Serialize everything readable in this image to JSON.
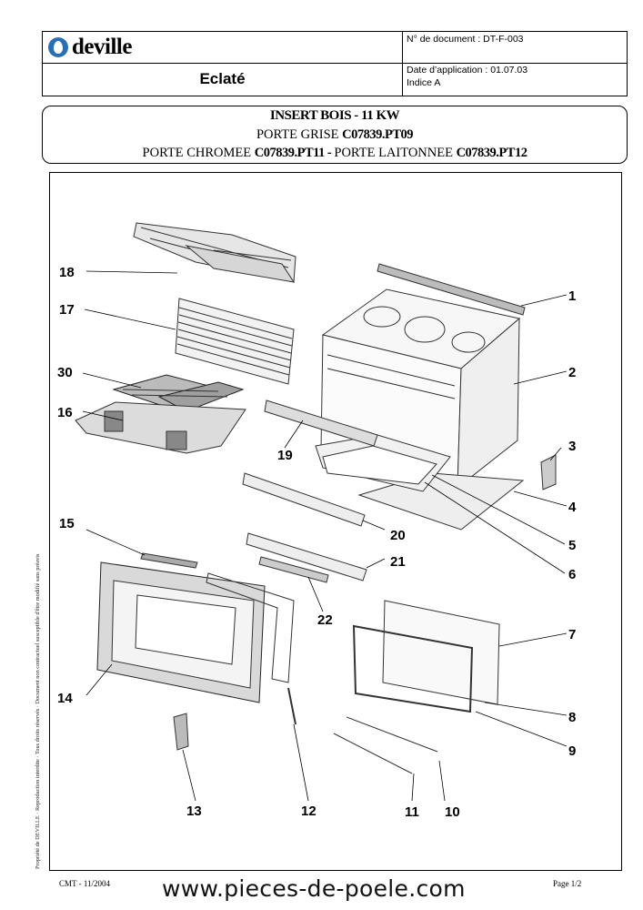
{
  "header": {
    "brand": "deville",
    "doc_title": "Eclaté",
    "doc_number": "N° de document : DT-F-003",
    "date_application": "Date d’application : 01.07.03",
    "indice": "Indice A"
  },
  "title": {
    "line1": "INSERT BOIS - 11 KW",
    "line2_prefix": "PORTE GRISE ",
    "line2_code": "C07839.PT09",
    "line3_prefix1": "PORTE CHROMEE ",
    "line3_code1": "C07839.PT11 - ",
    "line3_prefix2": "PORTE LAITONNEE ",
    "line3_code2": "C07839.PT12"
  },
  "part_labels": [
    "1",
    "2",
    "3",
    "4",
    "5",
    "6",
    "7",
    "8",
    "9",
    "10",
    "11",
    "12",
    "13",
    "14",
    "15",
    "16",
    "17",
    "18",
    "19",
    "20",
    "21",
    "22",
    "30"
  ],
  "side_text": "Propriété de DEVILLE · Reproduction interdite · Tous droits réservés · Document non contractuel susceptible d'être modifié sans préavis",
  "footer": {
    "left": "CMT - 11/2004",
    "right": "Page 1/2",
    "website": "www.pieces-de-poele.com"
  }
}
